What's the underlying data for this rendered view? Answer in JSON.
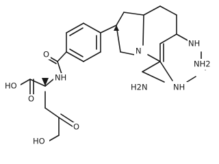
{
  "atom_labels": {
    "amide_oxygen": "O",
    "amide_nitrogen": "NH",
    "acid1_oh": "HO",
    "acid1_o": "O",
    "acid2_oh": "HO",
    "acid2_o": "O",
    "ring_nitrogen": "N",
    "pyrimidine_nh_top": "NH",
    "pyrimidine_nh_bottom": "NH",
    "amino_left": "H2N",
    "amino_right": "NH2"
  },
  "colors": {
    "bond": "#1a1a1a",
    "label": "#1a1a1a",
    "background": "#ffffff"
  }
}
